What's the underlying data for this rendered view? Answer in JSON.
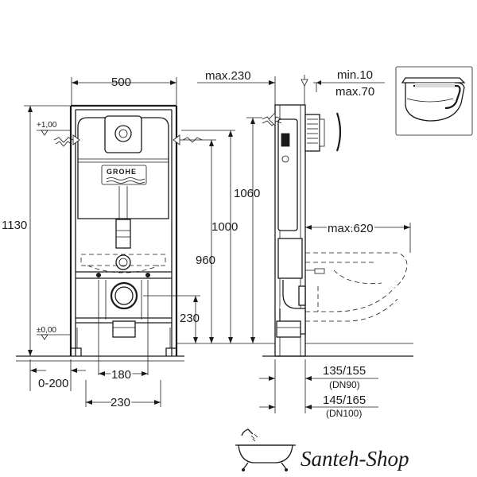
{
  "dimensions": {
    "width_frame": "500",
    "max_230": "max.230",
    "min_10": "min.10",
    "max_70": "max.70",
    "plus_1": "+1,00",
    "zero_level": "±0,00",
    "height_1130": "1130",
    "height_1060": "1060",
    "height_1000": "1000",
    "height_960": "960",
    "height_230": "230",
    "max_620": "max.620",
    "range_0_200": "0-200",
    "spacing_180": "180",
    "spacing_230": "230",
    "pipe_135_155": "135/155",
    "pipe_dn90": "(DN90)",
    "pipe_145_165": "145/165",
    "pipe_dn100": "(DN100)"
  },
  "logo": {
    "brand": "GROHE"
  },
  "watermark": {
    "shop_name": "Santeh-Shop"
  },
  "colors": {
    "line": "#1a1a1a",
    "background": "#ffffff"
  }
}
